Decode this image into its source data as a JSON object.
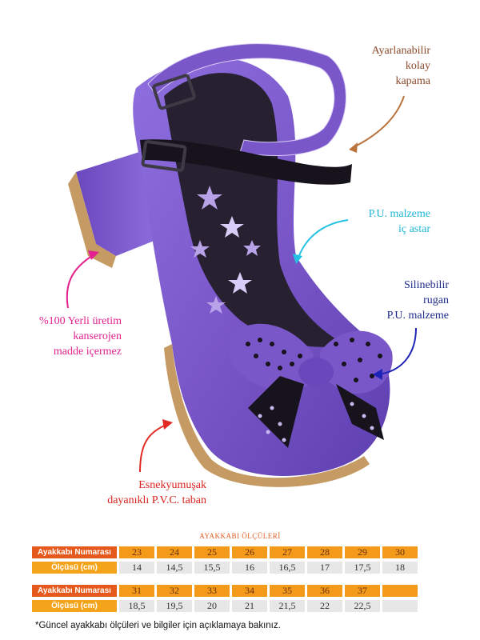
{
  "callouts": {
    "adjustable": [
      "Ayarlanabilir",
      "kolay",
      "kapama"
    ],
    "lining": [
      "P.U. malzeme",
      "iç astar"
    ],
    "patent": [
      "Silinebilir",
      "rugan",
      "P.U. malzeme"
    ],
    "local": [
      "%100 Yerli üretim",
      "kanserojen",
      "madde içermez"
    ],
    "sole": [
      "Esnekyumuşak",
      "dayanıklı P.V.C. taban"
    ]
  },
  "colors": {
    "shoe": "#7a57c9",
    "strap_dark": "#15121a",
    "brown_arrow": "#b9733f",
    "cyan_arrow": "#23c1e3",
    "navy_arrow": "#1d24b7",
    "pink_arrow": "#e3208f",
    "red_arrow": "#e12a23",
    "orange": "#f39a1b",
    "orange_dark": "#e55a1c"
  },
  "size_table": {
    "title": "AYAKKABI ÖLÇÜLERİ",
    "row_label_size": "Ayakkabı Numarası",
    "row_label_cm": "Ölçüsü (cm)",
    "block1": {
      "sizes": [
        "23",
        "24",
        "25",
        "26",
        "27",
        "28",
        "29",
        "30"
      ],
      "cm": [
        "14",
        "14,5",
        "15,5",
        "16",
        "16,5",
        "17",
        "17,5",
        "18"
      ]
    },
    "block2": {
      "sizes": [
        "31",
        "32",
        "33",
        "34",
        "35",
        "36",
        "37",
        ""
      ],
      "cm": [
        "18,5",
        "19,5",
        "20",
        "21",
        "21,5",
        "22",
        "22,5",
        ""
      ]
    }
  },
  "footnote": "*Güncel ayakkabı ölçüleri ve bilgiler için açıklamaya bakınız."
}
